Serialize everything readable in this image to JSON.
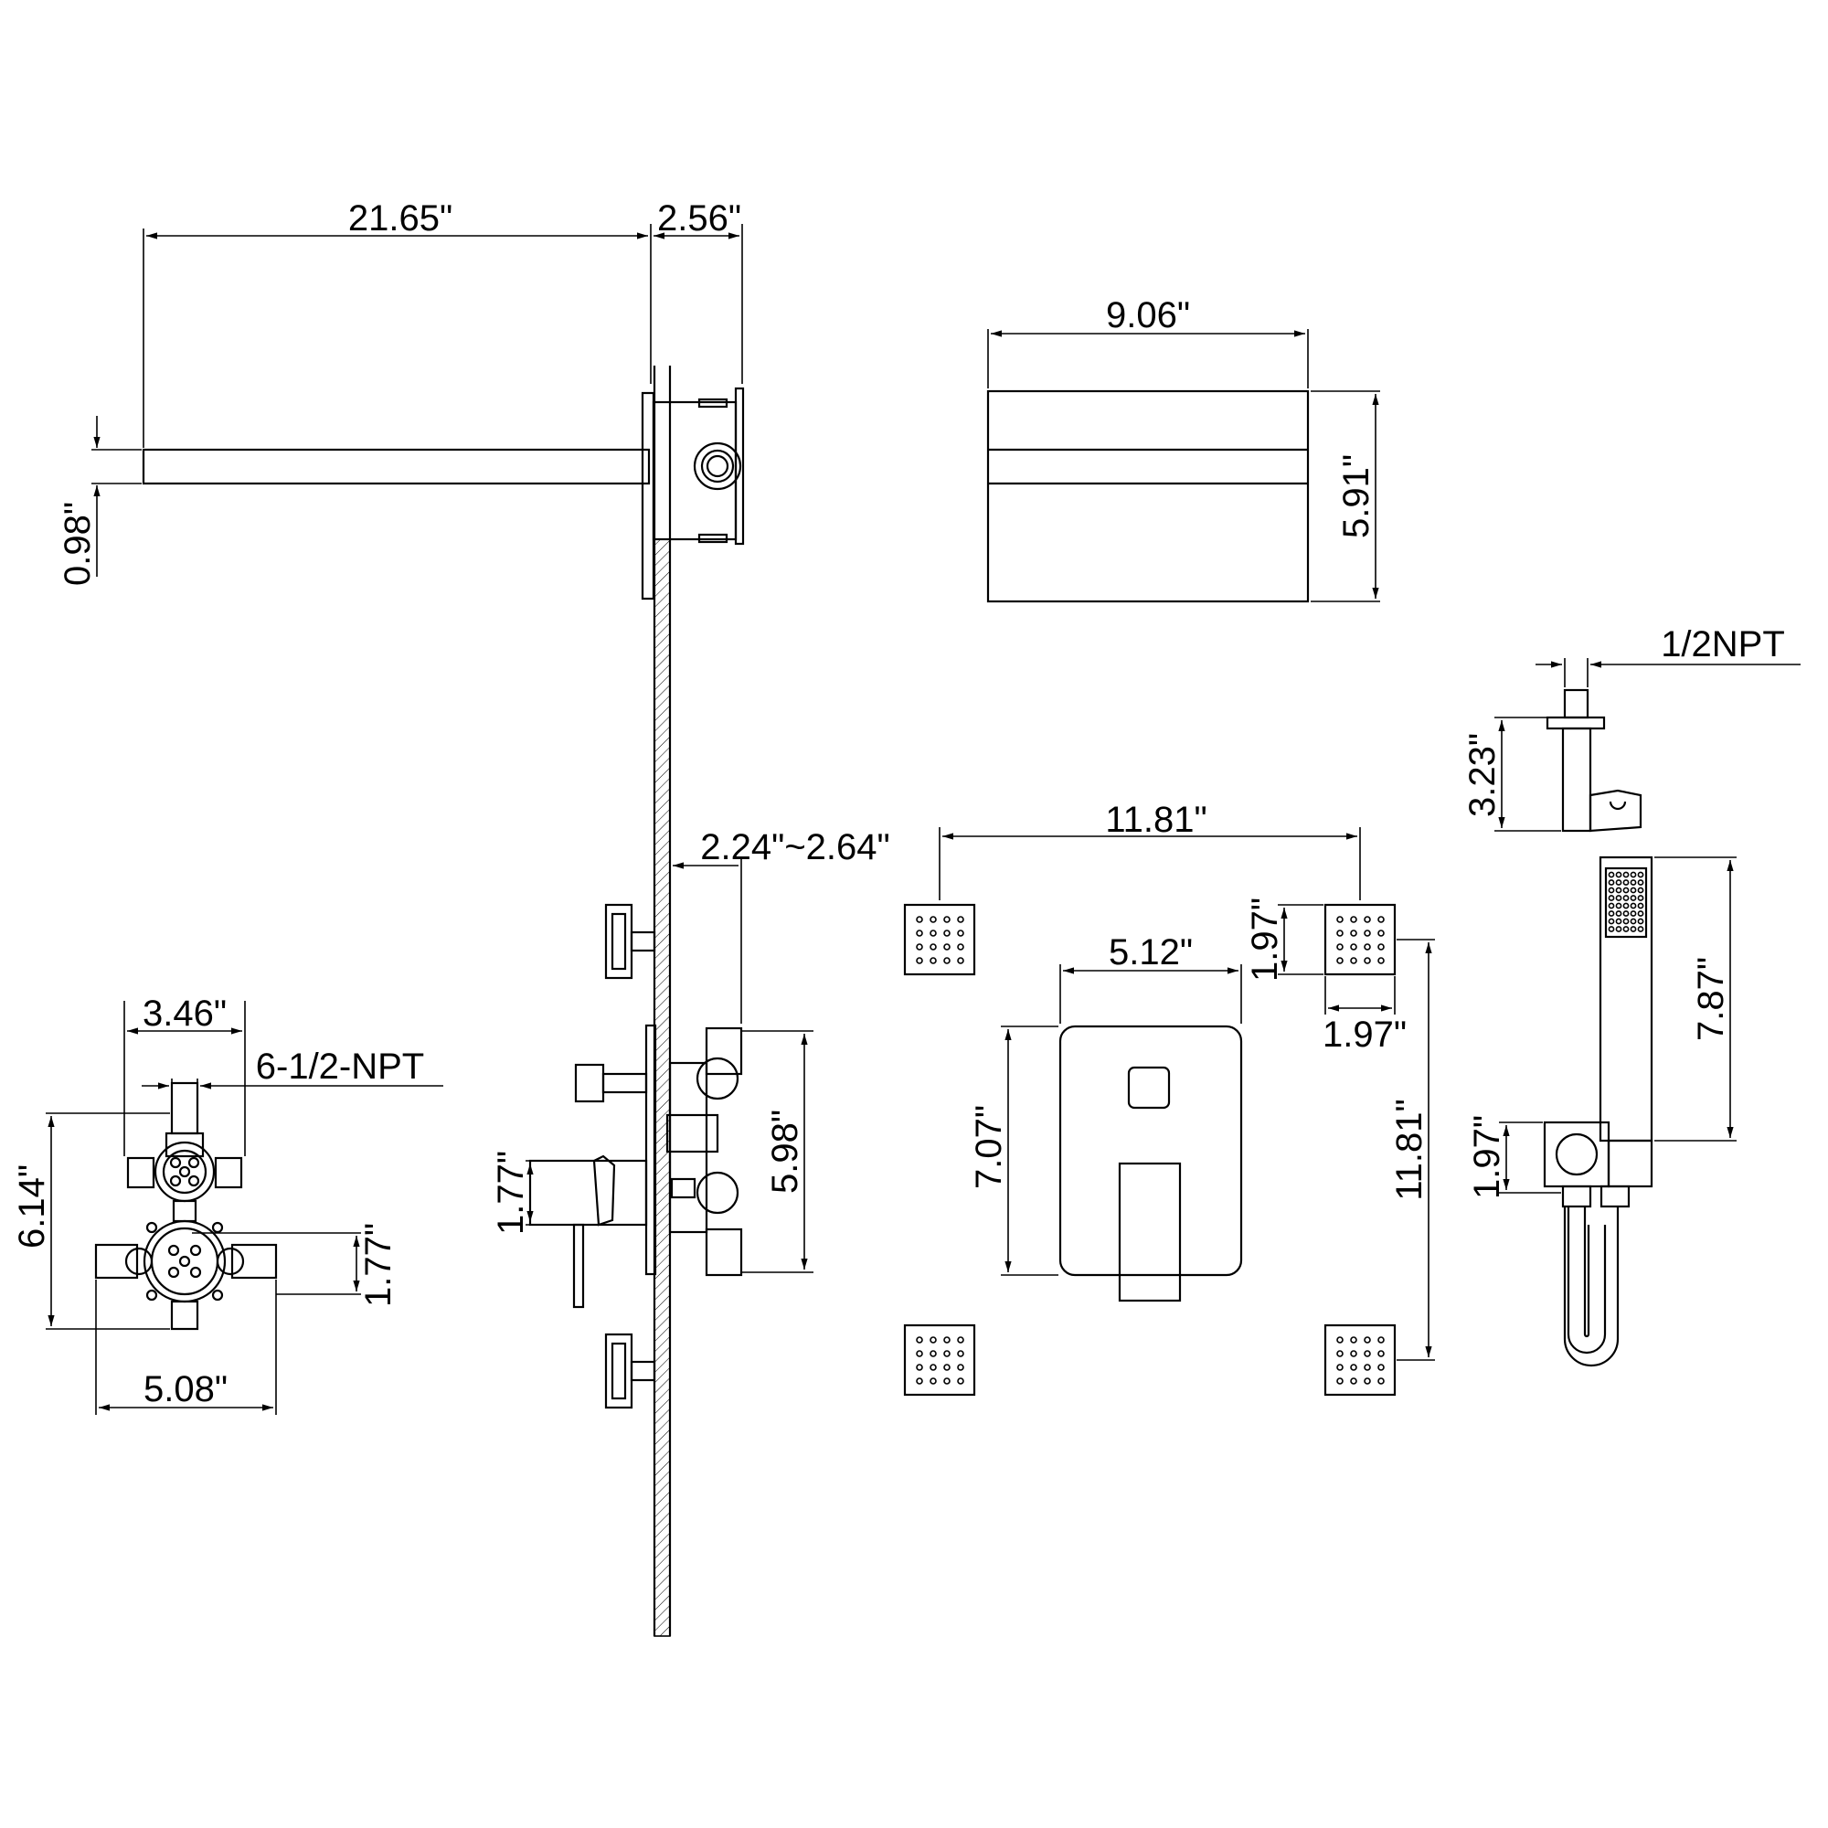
{
  "labels": {
    "arm_length": "21.65\"",
    "wall_box_depth": "2.56\"",
    "arm_thickness": "0.98\"",
    "head_width": "9.06\"",
    "head_depth": "5.91\"",
    "outlet_npt": "1/2NPT",
    "holder_height": "3.23\"",
    "handle_projection": "2.24\"~2.64\"",
    "jet_spacing_horizontal": "11.81\"",
    "jet_height": "1.97\"",
    "jet_width": "1.97\"",
    "trim_width": "5.12\"",
    "trim_height": "7.07\"",
    "jet_spacing_vertical": "11.81\"",
    "handshower_length": "7.87\"",
    "elbow_height": "1.97\"",
    "valve_width": "3.46\"",
    "valve_inlets": "6-1/2-NPT",
    "valve_height": "6.14\"",
    "valve_offset": "1.77\"",
    "valve_total_width": "5.08\"",
    "side_handle_offset": "1.77\"",
    "side_valve_height": "5.98\""
  },
  "colors": {
    "line": "#000000",
    "background": "#ffffff"
  }
}
